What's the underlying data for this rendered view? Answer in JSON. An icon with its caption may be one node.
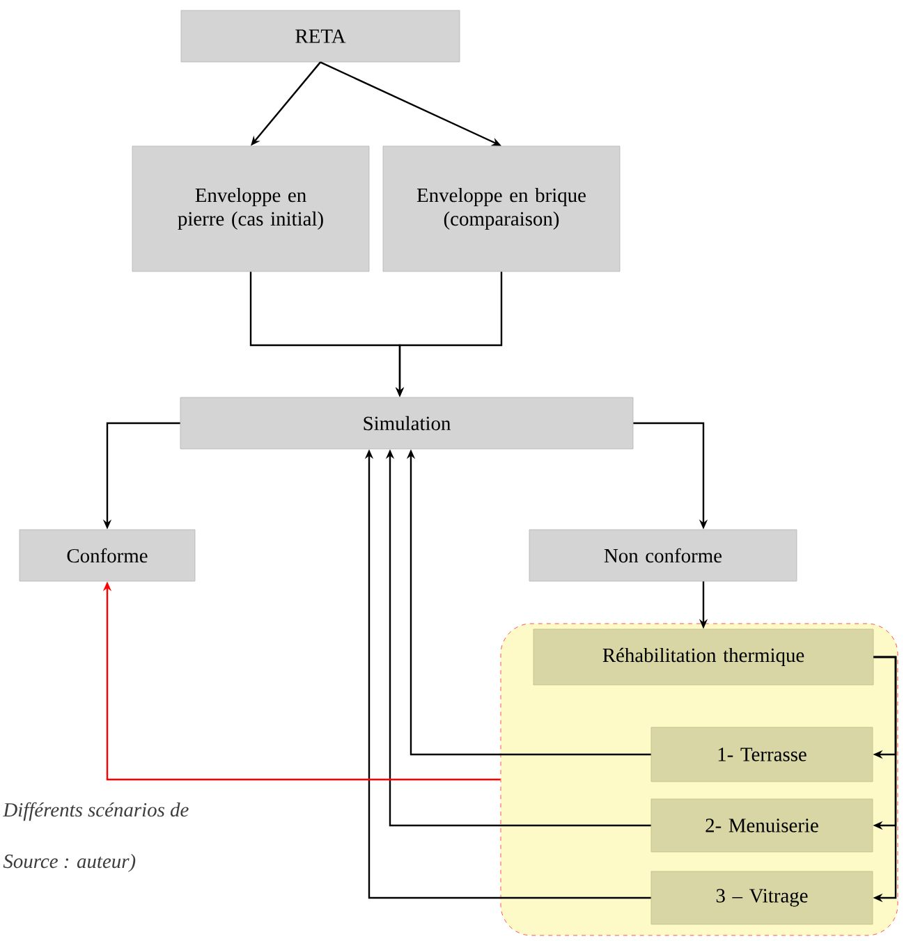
{
  "diagram": {
    "nodes": [
      {
        "text": [
          "RETA"
        ]
      },
      {
        "text": [
          "Enveloppe en pierre (cas initial)"
        ]
      },
      {
        "text": [
          "Enveloppe en brique (comparaison)"
        ]
      },
      {
        "text": [
          "Simulation"
        ]
      },
      {
        "text": [
          "Conforme"
        ]
      },
      {
        "text": [
          "Non conforme"
        ]
      },
      {
        "text": [],
        "shape": "box"
      },
      {
        "text": [
          "Réhabilitation thermique"
        ],
        "in": 6
      },
      {
        "text": [
          "1- Terrasse"
        ],
        "in": 6
      },
      {
        "text": [
          "2- Menuiserie"
        ],
        "in": 6
      },
      {
        "text": [
          "3 – Vitrage"
        ],
        "in": 6
      }
    ],
    "edges": [
      {
        "from": 0,
        "to": 1,
        "arrow": "to"
      },
      {
        "from": 0,
        "to": 2,
        "arrow": "to"
      },
      {
        "from": 1,
        "to": 3,
        "arrow": "to"
      },
      {
        "from": 2,
        "to": 3,
        "arrow": "to"
      },
      {
        "from": 3,
        "to": 4,
        "arrow": "to"
      },
      {
        "from": 3,
        "to": 5,
        "arrow": "to"
      },
      {
        "from": 5,
        "to": 7,
        "arrow": "to"
      },
      {
        "from": 7,
        "to": 8,
        "arrow": "to"
      },
      {
        "from": 7,
        "to": 9,
        "arrow": "to"
      },
      {
        "from": 7,
        "to": 10,
        "arrow": "to"
      },
      {
        "from": 8,
        "to": 3,
        "arrow": "to"
      },
      {
        "from": 9,
        "to": 3,
        "arrow": "to"
      },
      {
        "from": 10,
        "to": 3,
        "arrow": "to"
      },
      {
        "from": 6,
        "to": 4,
        "arrow": "to",
        "color": "#ff0000"
      }
    ],
    "labels": [
      "Différents scénarios de",
      "Source : auteur)"
    ]
  }
}
